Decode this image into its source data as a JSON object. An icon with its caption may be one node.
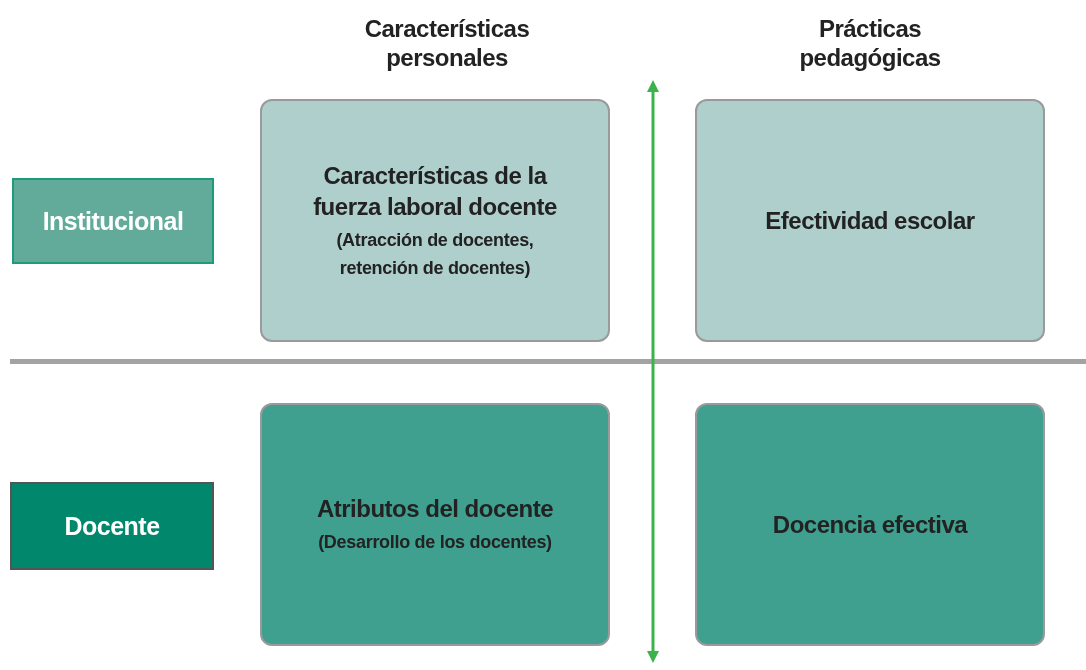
{
  "diagram": {
    "nodes": [
      {
        "text": [
          "Institucional"
        ]
      },
      {
        "text": [
          "Características de la fuerza laboral docente",
          "(Atracción de docentes, retención de docentes)"
        ]
      },
      {
        "text": [
          "Efectividad escolar"
        ]
      },
      {
        "text": [
          "Docente"
        ]
      },
      {
        "text": [
          "Atributos del docente",
          "(Desarrollo de los docentes)"
        ]
      },
      {
        "text": [
          "Docencia efectiva"
        ]
      }
    ],
    "edges": [],
    "labels": [
      "Características personales",
      "Prácticas pedagógicas"
    ]
  }
}
